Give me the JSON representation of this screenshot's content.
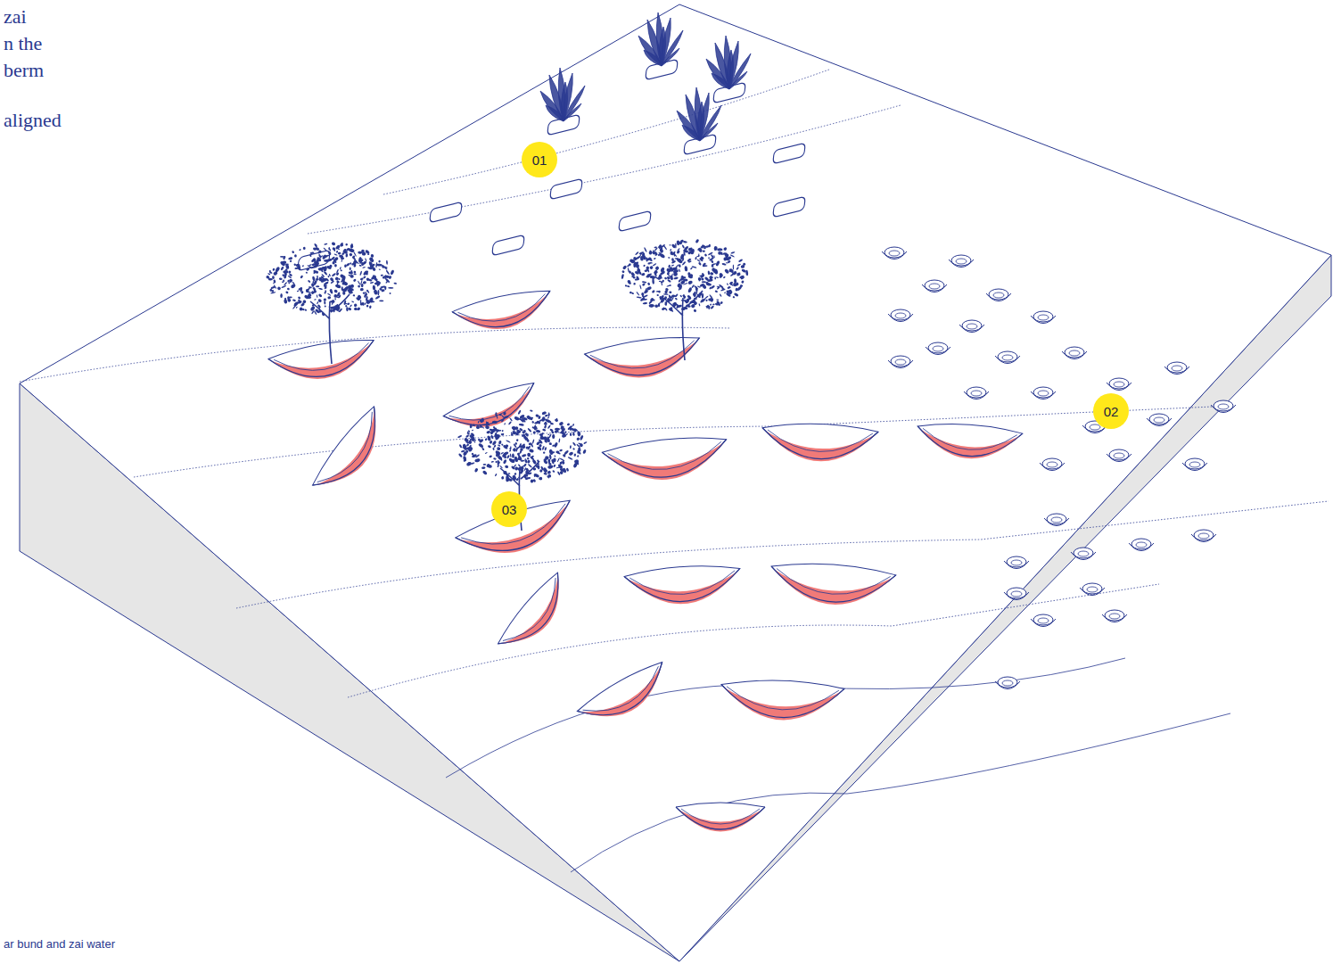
{
  "diagram": {
    "nodes": [
      {
        "text": [
          "01"
        ]
      },
      {
        "text": [
          "02"
        ]
      },
      {
        "text": [
          "03"
        ]
      }
    ],
    "labels": [
      "zai",
      "n the",
      "berm",
      "aligned",
      "ar bund and zai water"
    ]
  }
}
